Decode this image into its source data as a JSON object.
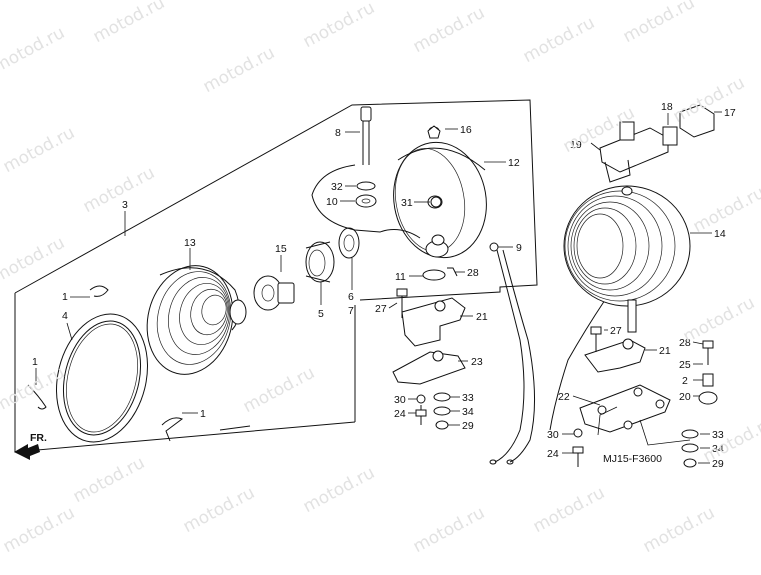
{
  "watermark": "motod.ru",
  "diagram_code": "MJ15-F3600",
  "direction_label": "FR.",
  "labels": {
    "p1a": "1",
    "p1b": "1",
    "p1c": "1",
    "p2": "2",
    "p3": "3",
    "p4": "4",
    "p5": "5",
    "p6": "6",
    "p7": "7",
    "p8": "8",
    "p9": "9",
    "p10": "10",
    "p11": "11",
    "p12": "12",
    "p13": "13",
    "p14": "14",
    "p15": "15",
    "p16": "16",
    "p17": "17",
    "p18": "18",
    "p19": "19",
    "p20": "20",
    "p21a": "21",
    "p21b": "21",
    "p22": "22",
    "p23": "23",
    "p24a": "24",
    "p24b": "24",
    "p25": "25",
    "p27a": "27",
    "p27b": "27",
    "p28a": "28",
    "p28b": "28",
    "p29a": "29",
    "p29b": "29",
    "p30a": "30",
    "p30b": "30",
    "p31": "31",
    "p32": "32",
    "p33a": "33",
    "p33b": "33",
    "p34a": "34",
    "p34b": "34"
  }
}
